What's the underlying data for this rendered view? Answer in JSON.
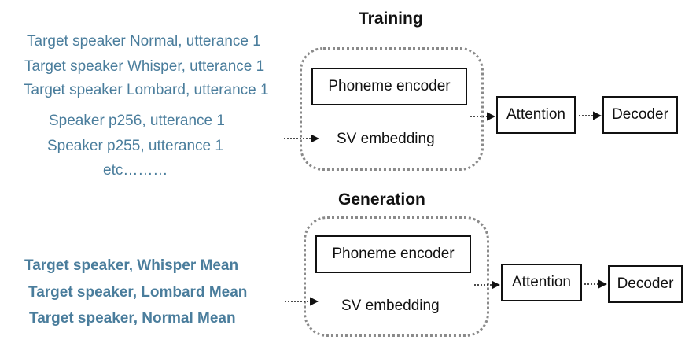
{
  "training": {
    "title": "Training",
    "inputs": [
      "Target speaker Normal, utterance 1",
      "Target speaker Whisper, utterance 1",
      "Target speaker Lombard, utterance 1",
      "Speaker p256, utterance 1",
      "Speaker p255, utterance 1",
      "etc………"
    ],
    "phoneme_encoder": "Phoneme encoder",
    "sv_embedding": "SV embedding",
    "attention": "Attention",
    "decoder": "Decoder"
  },
  "generation": {
    "title": "Generation",
    "inputs": [
      "Target speaker, Whisper Mean",
      "Target speaker, Lombard Mean",
      "Target speaker, Normal Mean"
    ],
    "phoneme_encoder": "Phoneme encoder",
    "sv_embedding": "SV embedding",
    "attention": "Attention",
    "decoder": "Decoder"
  },
  "colors": {
    "input_text": "#4a7d9c",
    "box_border": "#111111",
    "group_border": "#8a8a8a"
  }
}
